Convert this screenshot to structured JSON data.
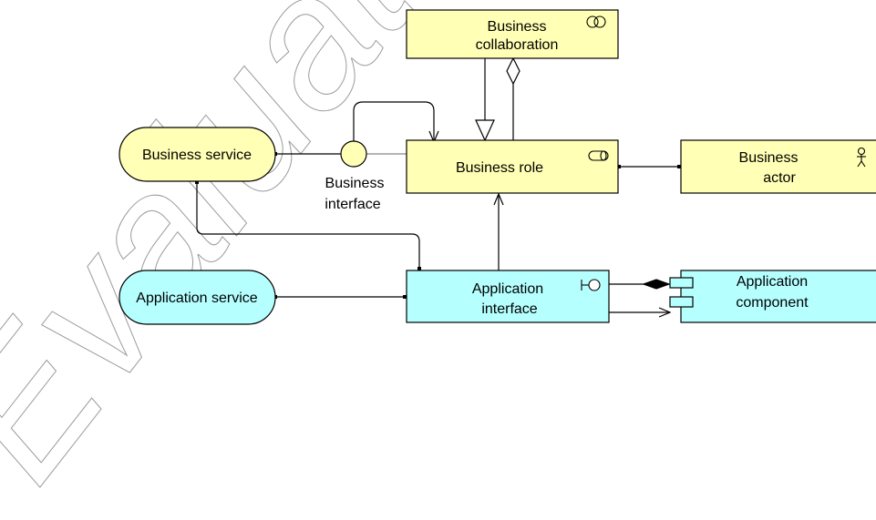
{
  "diagram": {
    "watermark": "Evaluation",
    "colors": {
      "business": "#ffffb5",
      "application": "#b5ffff",
      "stroke": "#000000"
    },
    "nodes": {
      "business_collaboration": {
        "line1": "Business",
        "line2": "collaboration",
        "icon": "collaboration-icon"
      },
      "business_role": {
        "label": "Business role",
        "icon": "role-icon"
      },
      "business_actor": {
        "line1": "Business",
        "line2": "actor",
        "icon": "actor-icon"
      },
      "business_service": {
        "label": "Business service"
      },
      "business_interface": {
        "line1": "Business",
        "line2": "interface"
      },
      "application_service": {
        "label": "Application service"
      },
      "application_interface": {
        "line1": "Application",
        "line2": "interface",
        "icon": "interface-icon"
      },
      "application_component": {
        "line1": "Application",
        "line2": "component",
        "icon": "component-icon"
      }
    }
  }
}
